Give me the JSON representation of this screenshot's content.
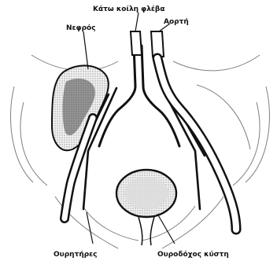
{
  "diagram": {
    "labels": {
      "vena_cava": "Κάτω κοίλη φλέβα",
      "kidney": "Νεφρός",
      "aorta": "Αορτή",
      "ureters": "Ουρητήρες",
      "bladder": "Ουροδόχος κύστη"
    }
  }
}
